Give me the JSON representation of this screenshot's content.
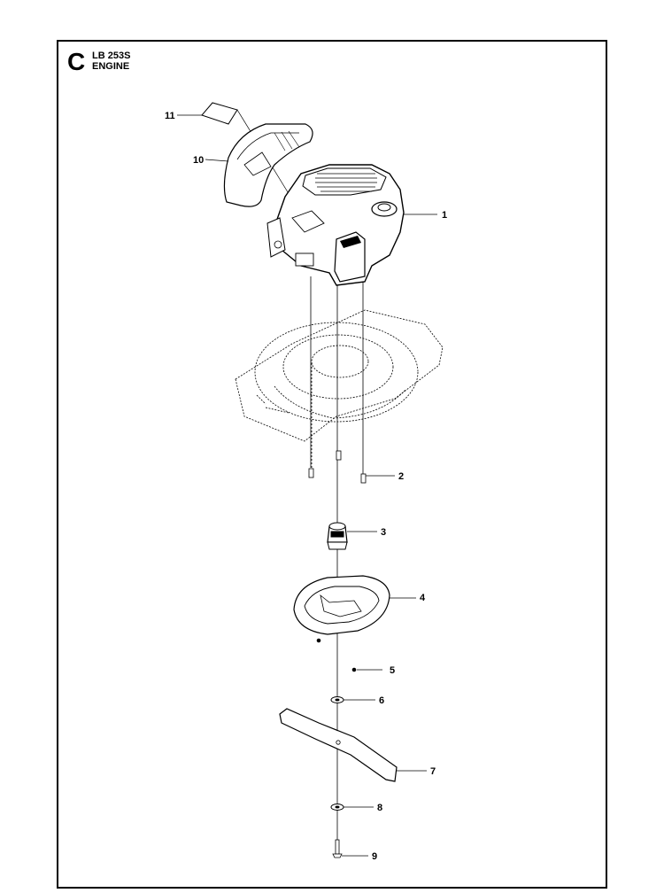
{
  "header": {
    "section_letter": "C",
    "model": "LB 253S",
    "group": "ENGINE"
  },
  "callouts": [
    "1",
    "2",
    "3",
    "4",
    "5",
    "6",
    "7",
    "8",
    "9",
    "10",
    "11"
  ]
}
